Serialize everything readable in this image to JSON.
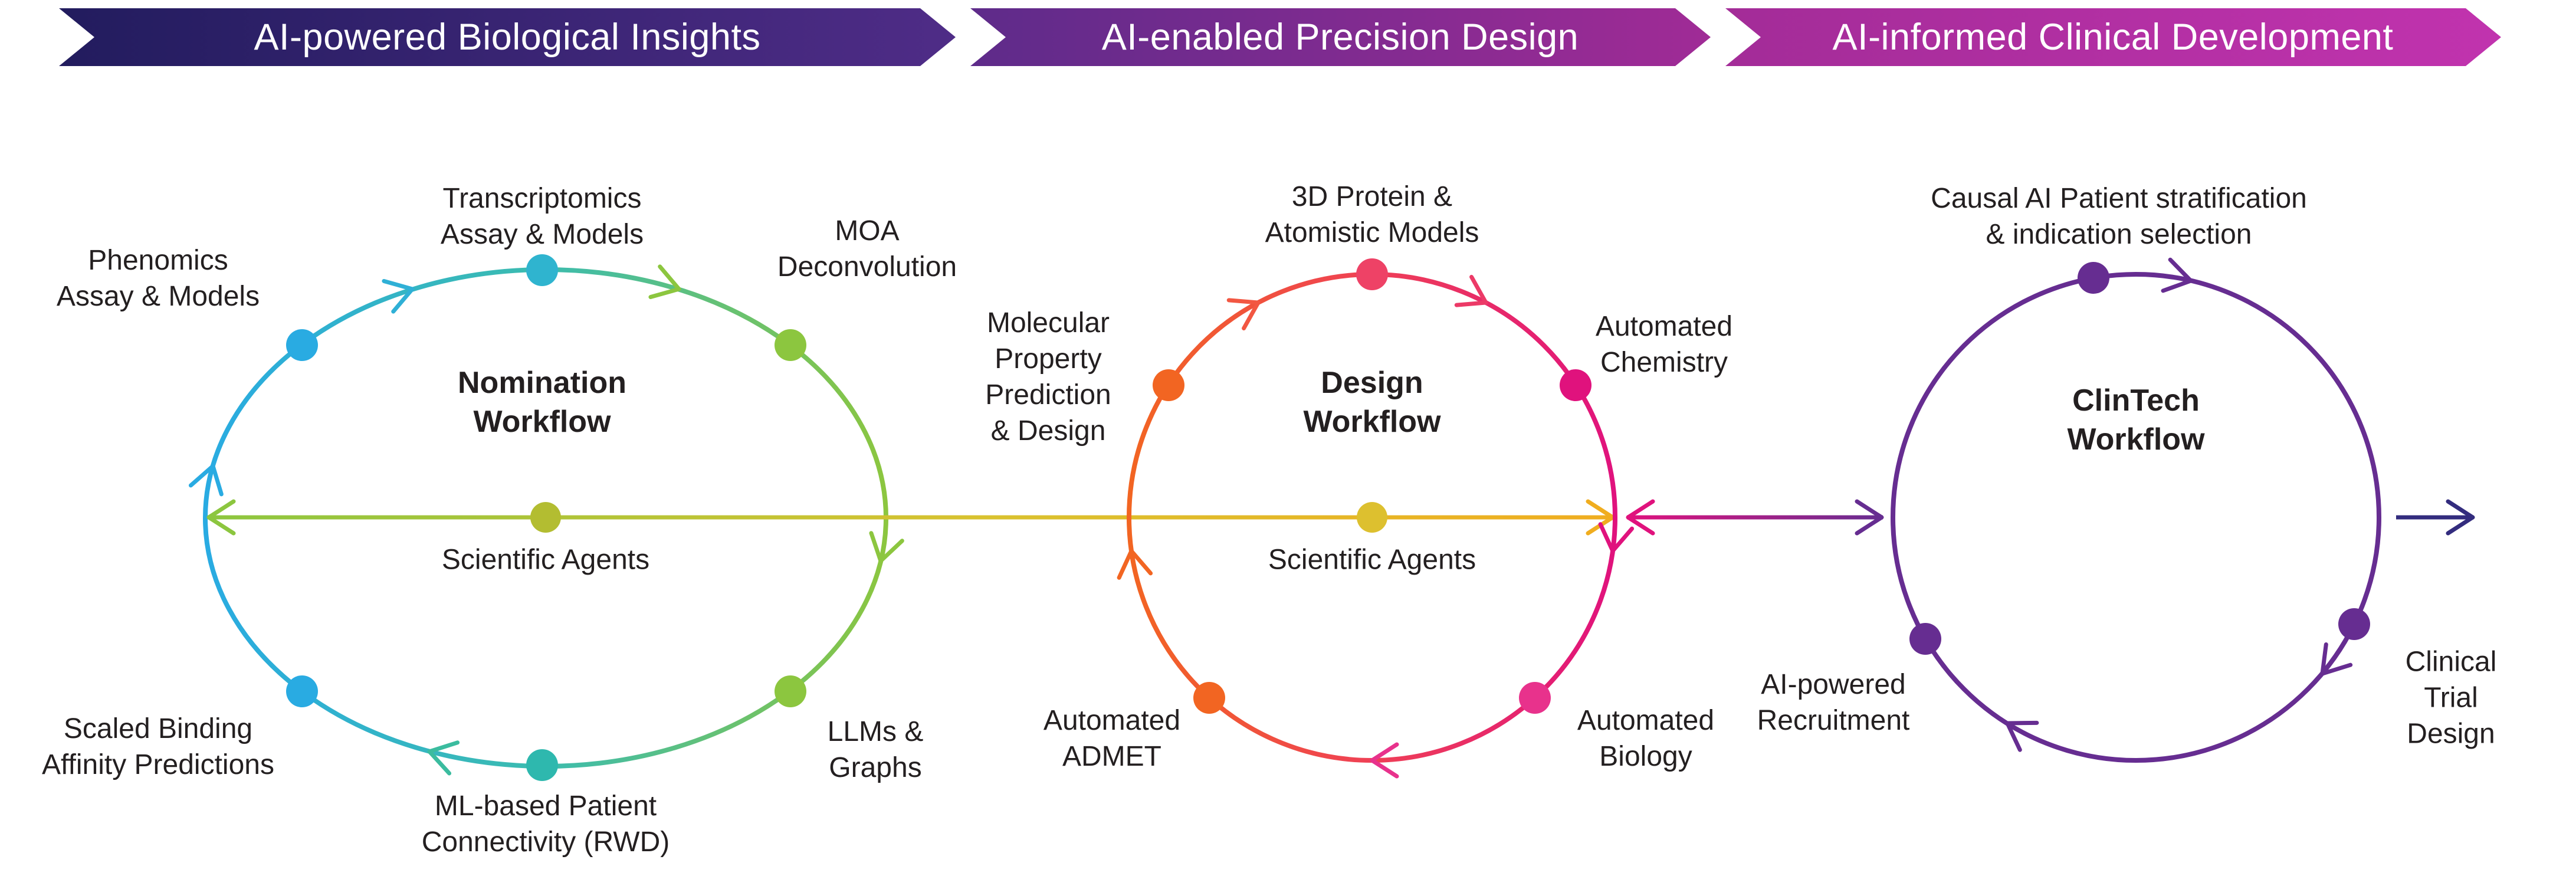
{
  "banners": [
    {
      "label": "AI-powered Biological Insights",
      "color_start": "#221c5e",
      "color_end": "#4f2c87"
    },
    {
      "label": "AI-enabled Precision Design",
      "color_start": "#5e2b8a",
      "color_end": "#a02b96"
    },
    {
      "label": "AI-informed Clinical Development",
      "color_start": "#a32c98",
      "color_end": "#c133ae"
    }
  ],
  "workflows": [
    {
      "title": "Nomination\nWorkflow",
      "agents_label": "Scientific Agents",
      "nodes": [
        {
          "label": "Phenomics\nAssay & Models",
          "color": "#29abe2"
        },
        {
          "label": "Transcriptomics\nAssay & Models",
          "color": "#2fb4cf"
        },
        {
          "label": "MOA\nDeconvolution",
          "color": "#8cc63f"
        },
        {
          "label": "LLMs &\nGraphs",
          "color": "#8cc63f"
        },
        {
          "label": "ML-based Patient\nConnectivity (RWD)",
          "color": "#2eb8ae"
        },
        {
          "label": "Scaled Binding\nAffinity Predictions",
          "color": "#29abe2"
        }
      ]
    },
    {
      "title": "Design\nWorkflow",
      "agents_label": "Scientific Agents",
      "nodes": [
        {
          "label": "Molecular\nProperty\nPrediction\n& Design",
          "color": "#f26522"
        },
        {
          "label": "3D Protein &\nAtomistic Models",
          "color": "#ee4266"
        },
        {
          "label": "Automated\nChemistry",
          "color": "#e0127d"
        },
        {
          "label": "Automated\nBiology",
          "color": "#e8328c"
        },
        {
          "label": "Automated\nADMET",
          "color": "#f26522"
        }
      ]
    },
    {
      "title": "ClinTech\nWorkflow",
      "nodes": [
        {
          "label": "Causal AI Patient stratification\n& indication selection",
          "color": "#662d91"
        },
        {
          "label": "Clinical Trial\nDesign",
          "color": "#662d91"
        },
        {
          "label": "AI-powered\nRecruitment",
          "color": "#662d91"
        }
      ]
    }
  ],
  "colors": {
    "ring1_start": "#29abe2",
    "ring1_mid": "#3cbcae",
    "ring1_end": "#8cc63f",
    "ring2_start": "#f26522",
    "ring2_mid": "#ef4056",
    "ring2_end": "#e0127d",
    "ring3": "#662d91",
    "axis_start": "#8cc63f",
    "axis_mid": "#d9c22f",
    "axis_end": "#f0ad1f",
    "agent_dot_1": "#b3bd31",
    "agent_dot_2": "#ddc02f",
    "connector_start": "#e0127d",
    "connector_end": "#662d91",
    "exit_arrow": "#332c7e",
    "text": "#231f20"
  }
}
